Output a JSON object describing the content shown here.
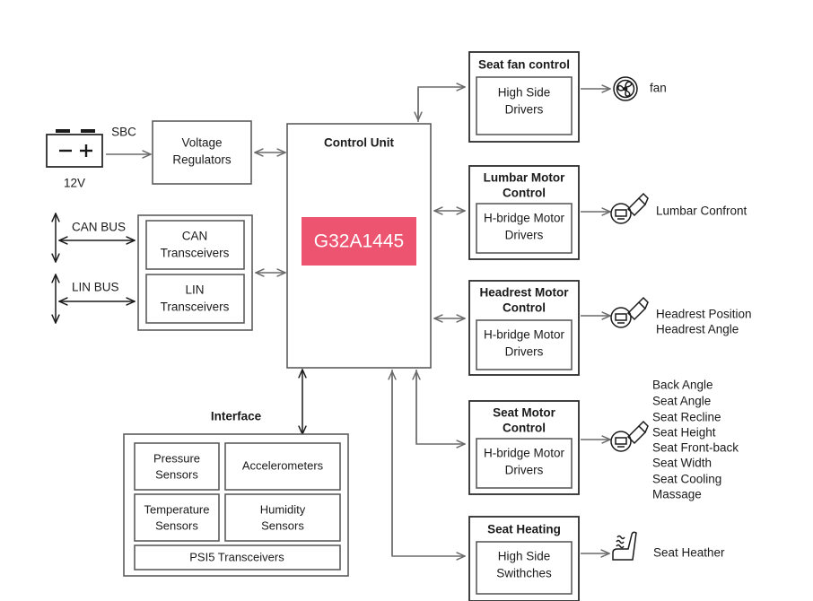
{
  "power": {
    "battery_label": "12V",
    "battery_minus": "−",
    "battery_plus": "+",
    "sbc_label": "SBC",
    "regulator_label_1": "Voltage",
    "regulator_label_2": "Regulators"
  },
  "bus": {
    "can_bus_label": "CAN BUS",
    "lin_bus_label": "LIN BUS",
    "can_transceiver_1": "CAN",
    "can_transceiver_2": "Transceivers",
    "lin_transceiver_1": "LIN",
    "lin_transceiver_2": "Transceivers"
  },
  "control_unit": {
    "title": "Control Unit",
    "chip_label": "G32A1445",
    "chip_color": "#ec5470"
  },
  "interface": {
    "title": "Interface",
    "cells": [
      {
        "line1": "Pressure",
        "line2": "Sensors"
      },
      {
        "line1": "Accelerometers",
        "line2": ""
      },
      {
        "line1": "Temperature",
        "line2": "Sensors"
      },
      {
        "line1": "Humidity",
        "line2": "Sensors"
      }
    ],
    "footer": "PSI5 Transceivers"
  },
  "modules": [
    {
      "title_line1": "Seat fan control",
      "title_line2": "",
      "driver_line1": "High Side",
      "driver_line2": "Drivers",
      "icon": "fan-icon",
      "outputs": [
        "fan"
      ]
    },
    {
      "title_line1": "Lumbar Motor",
      "title_line2": "Control",
      "driver_line1": "H-bridge Motor",
      "driver_line2": "Drivers",
      "icon": "motor-icon",
      "outputs": [
        "Lumbar Confront"
      ]
    },
    {
      "title_line1": "Headrest Motor",
      "title_line2": "Control",
      "driver_line1": "H-bridge Motor",
      "driver_line2": "Drivers",
      "icon": "motor-icon",
      "outputs": [
        "Headrest Position",
        "Headrest Angle"
      ]
    },
    {
      "title_line1": "Seat Motor",
      "title_line2": "Control",
      "driver_line1": "H-bridge Motor",
      "driver_line2": "Drivers",
      "icon": "motor-icon",
      "outputs": [
        "Back Angle",
        "Seat Angle",
        "Seat Recline",
        "Seat Height",
        "Seat Front-back",
        "Seat Width",
        "Seat Cooling",
        "Massage"
      ]
    },
    {
      "title_line1": "Seat Heating",
      "title_line2": "",
      "driver_line1": "High Side",
      "driver_line2": "Swithches",
      "icon": "seat-heater-icon",
      "outputs": [
        "Seat Heather"
      ]
    }
  ]
}
